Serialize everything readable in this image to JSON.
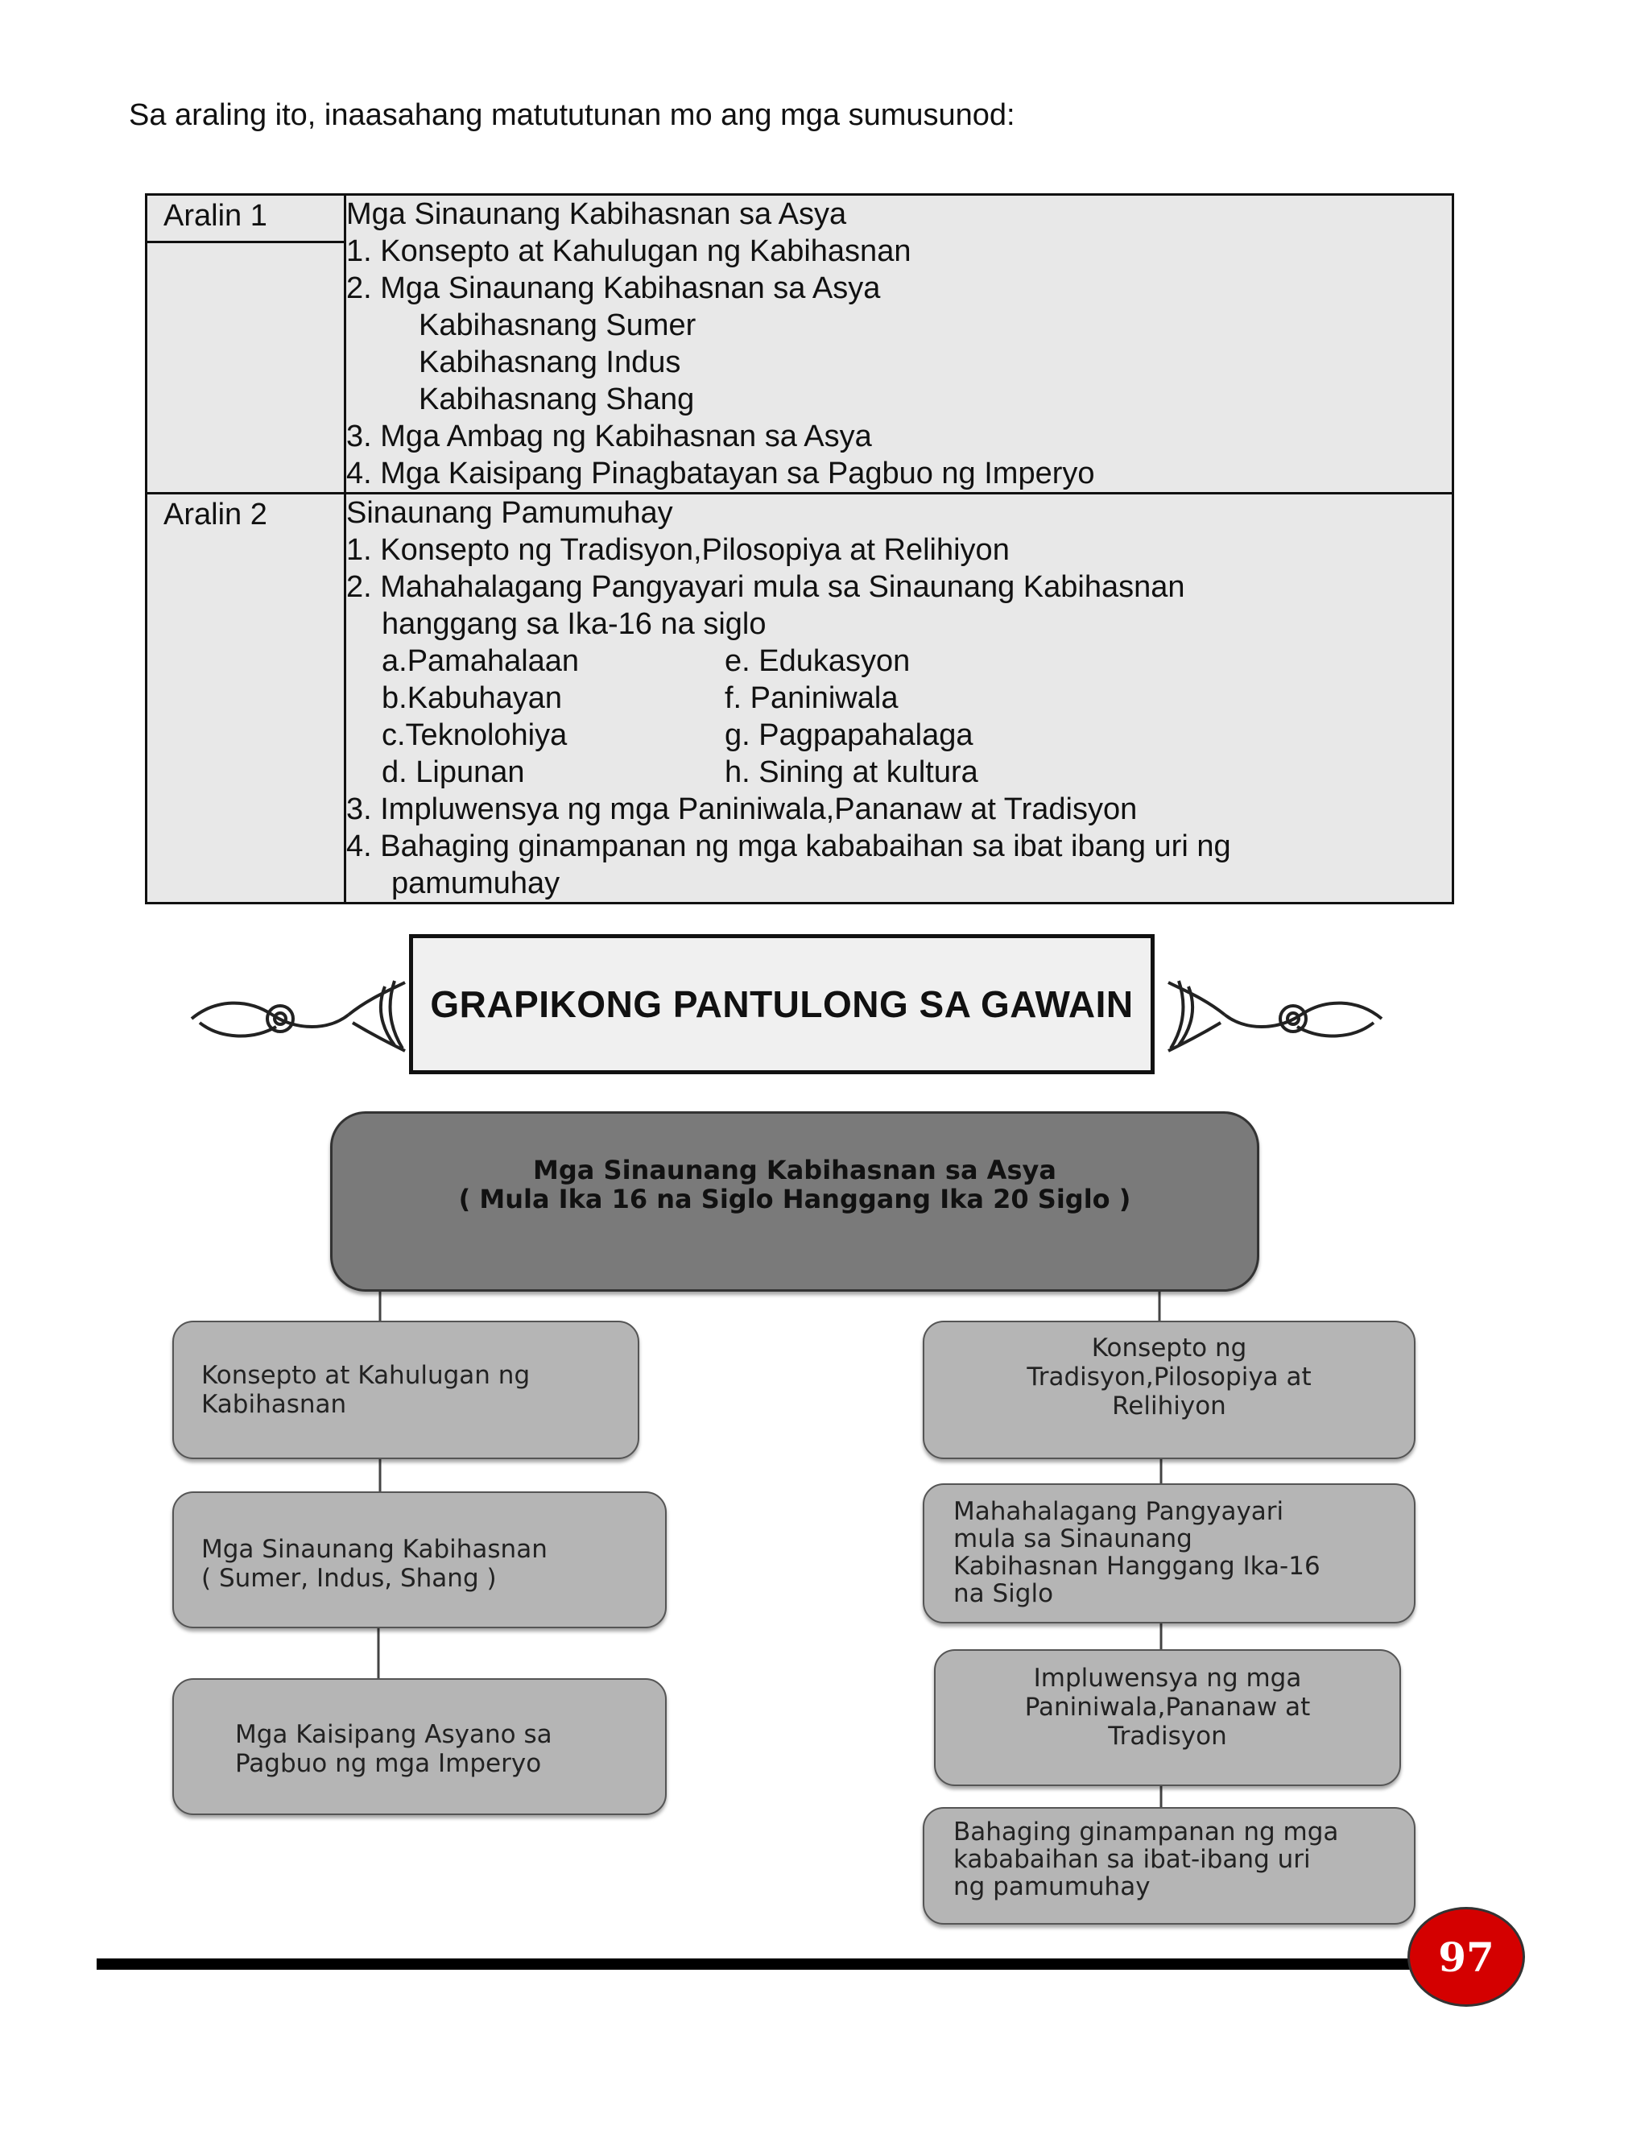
{
  "intro": "Sa araling ito, inaasahang matututunan mo ang mga sumusunod:",
  "lessons": [
    {
      "label": "Aralin 1",
      "title": "Mga Sinaunang Kabihasnan sa Asya",
      "l1": "1. Konsepto at Kahulugan ng Kabihasnan",
      "l2": "2. Mga Sinaunang Kabihasnan sa Asya",
      "sub1": "Kabihasnang Sumer",
      "sub2": "Kabihasnang Indus",
      "sub3": "Kabihasnang Shang",
      "l3": "3. Mga Ambag ng Kabihasnan sa Asya",
      "l4": "4. Mga Kaisipang Pinagbatayan sa Pagbuo ng Imperyo"
    },
    {
      "label": "Aralin 2",
      "title": "Sinaunang Pamumuhay",
      "l1": "1. Konsepto ng Tradisyon,Pilosopiya at Relihiyon",
      "l2": "2. Mahahalagang Pangyayari mula sa Sinaunang Kabihasnan",
      "l2b": "hanggang sa Ika-16 na siglo",
      "a": "a.Pamahalaan",
      "e": "e. Edukasyon",
      "b": "b.Kabuhayan",
      "f": "f.  Paniniwala",
      "c": "c.Teknolohiya",
      "g": "g. Pagpapahalaga",
      "d": "d. Lipunan",
      "h": "h.  Sining at kultura",
      "l3": "3. Impluwensya ng mga Paniniwala,Pananaw at Tradisyon",
      "l4": "4. Bahaging ginampanan ng mga kababaihan sa ibat ibang uri ng",
      "l4b": "pamumuhay"
    }
  ],
  "banner": "GRAPIKONG PANTULONG SA GAWAIN",
  "diagram": {
    "root": "Mga Sinaunang Kabihasnan sa Asya\n( Mula Ika 16 na Siglo Hanggang Ika 20 Siglo )",
    "left": [
      "Konsepto at Kahulugan ng\nKabihasnan",
      "Mga Sinaunang Kabihasnan\n( Sumer, Indus, Shang )",
      "Mga Kaisipang Asyano sa\nPagbuo ng mga Imperyo"
    ],
    "right": [
      "Konsepto ng\nTradisyon,Pilosopiya at\nRelihiyon",
      "Mahahalagang Pangyayari\nmula  sa Sinaunang\nKabihasnan Hanggang Ika-16\nna Siglo",
      "Impluwensya  ng mga\nPaniniwala,Pananaw  at\nTradisyon",
      "Bahaging ginampanan ng mga\nkababaihan sa ibat-ibang uri\nng pamumuhay"
    ]
  },
  "page_number": "97",
  "colors": {
    "table_bg": "#e8e8e8",
    "root_box": "#7a7a7a",
    "child_box": "#b5b5b5",
    "page_badge": "#d40000"
  }
}
